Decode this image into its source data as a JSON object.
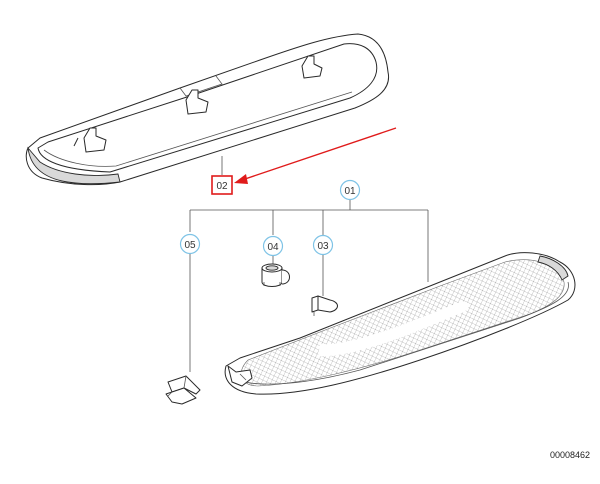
{
  "callouts": {
    "c01": {
      "label": "01",
      "ring_color": "#7ec3e6"
    },
    "c02": {
      "label": "02",
      "ring_color": "#e01b1b"
    },
    "c03": {
      "label": "03",
      "ring_color": "#7ec3e6"
    },
    "c04": {
      "label": "04",
      "ring_color": "#7ec3e6"
    },
    "c05": {
      "label": "05",
      "ring_color": "#7ec3e6"
    }
  },
  "highlight_arrow_color": "#e01b1b",
  "diagram_ref": "00008462",
  "icons": [
    "spoiler-part",
    "brake-light-housing",
    "bulb",
    "grommet",
    "clip"
  ]
}
